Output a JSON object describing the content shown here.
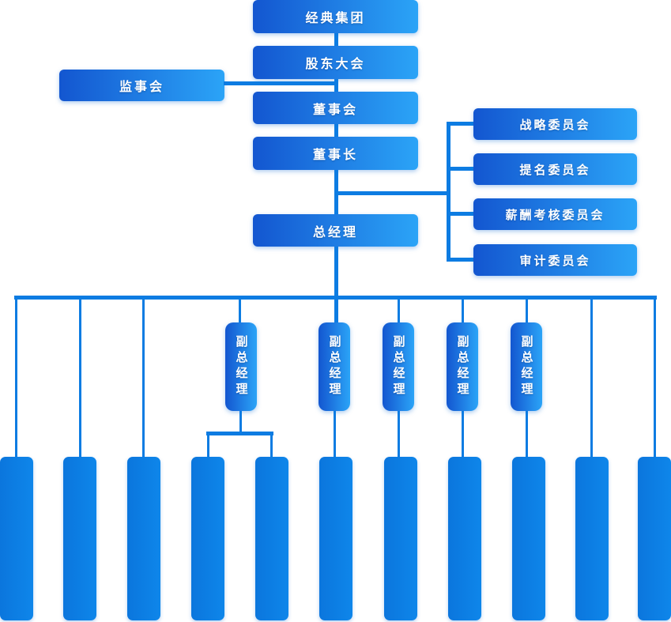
{
  "palette": {
    "box_grad_start": "#1356d0",
    "box_grad_end": "#2ba4f7",
    "dept_grad_start": "#0b76dd",
    "dept_grad_end": "#0e86ea",
    "line_color": "#0d7ce2",
    "text_color": "#ffffff"
  },
  "org": {
    "root": "经典集团",
    "shareholders_meeting": "股东大会",
    "supervisory_board": "监事会",
    "board_of_directors": "董事会",
    "chairman": "董事长",
    "general_manager": "总经理",
    "committees": [
      "战略委员会",
      "提名委员会",
      "薪酬考核委员会",
      "审计委员会"
    ],
    "deputies": [
      "副总经理",
      "副总经理",
      "副总经理",
      "副总经理",
      "副总经理"
    ],
    "unlabeled_department_count": 11
  }
}
